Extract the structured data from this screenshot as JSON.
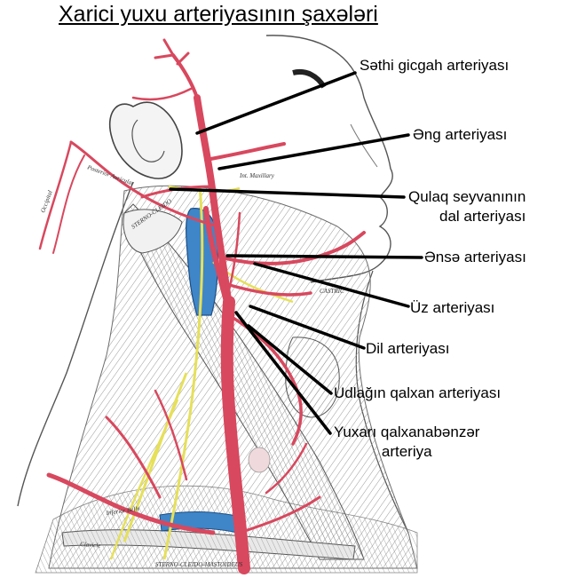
{
  "title": "Xarici yuxu arteriyasının şaxələri",
  "labels": [
    {
      "id": "sethi",
      "lines": [
        "Səthi gicgah arteriyası"
      ]
    },
    {
      "id": "eng",
      "lines": [
        "Əng arteriyası"
      ]
    },
    {
      "id": "qulaq",
      "lines": [
        "Qulaq seyvanının",
        "dal arteriyası"
      ]
    },
    {
      "id": "ense",
      "lines": [
        "Ənsə arteriyası"
      ]
    },
    {
      "id": "uz",
      "lines": [
        "Üz arteriyası"
      ]
    },
    {
      "id": "dil",
      "lines": [
        "Dil arteriyası"
      ]
    },
    {
      "id": "udlagin",
      "lines": [
        "Udlağın qalxan arteriyası"
      ]
    },
    {
      "id": "yuxari",
      "lines": [
        "Yuxarı qalxanabənzər",
        "arteriya"
      ]
    }
  ],
  "colors": {
    "artery": "#d8485e",
    "vein": "#3f86c8",
    "nerve": "#e6e05a",
    "muscle": "#c9c9c9",
    "outline": "#4a4a4a"
  }
}
